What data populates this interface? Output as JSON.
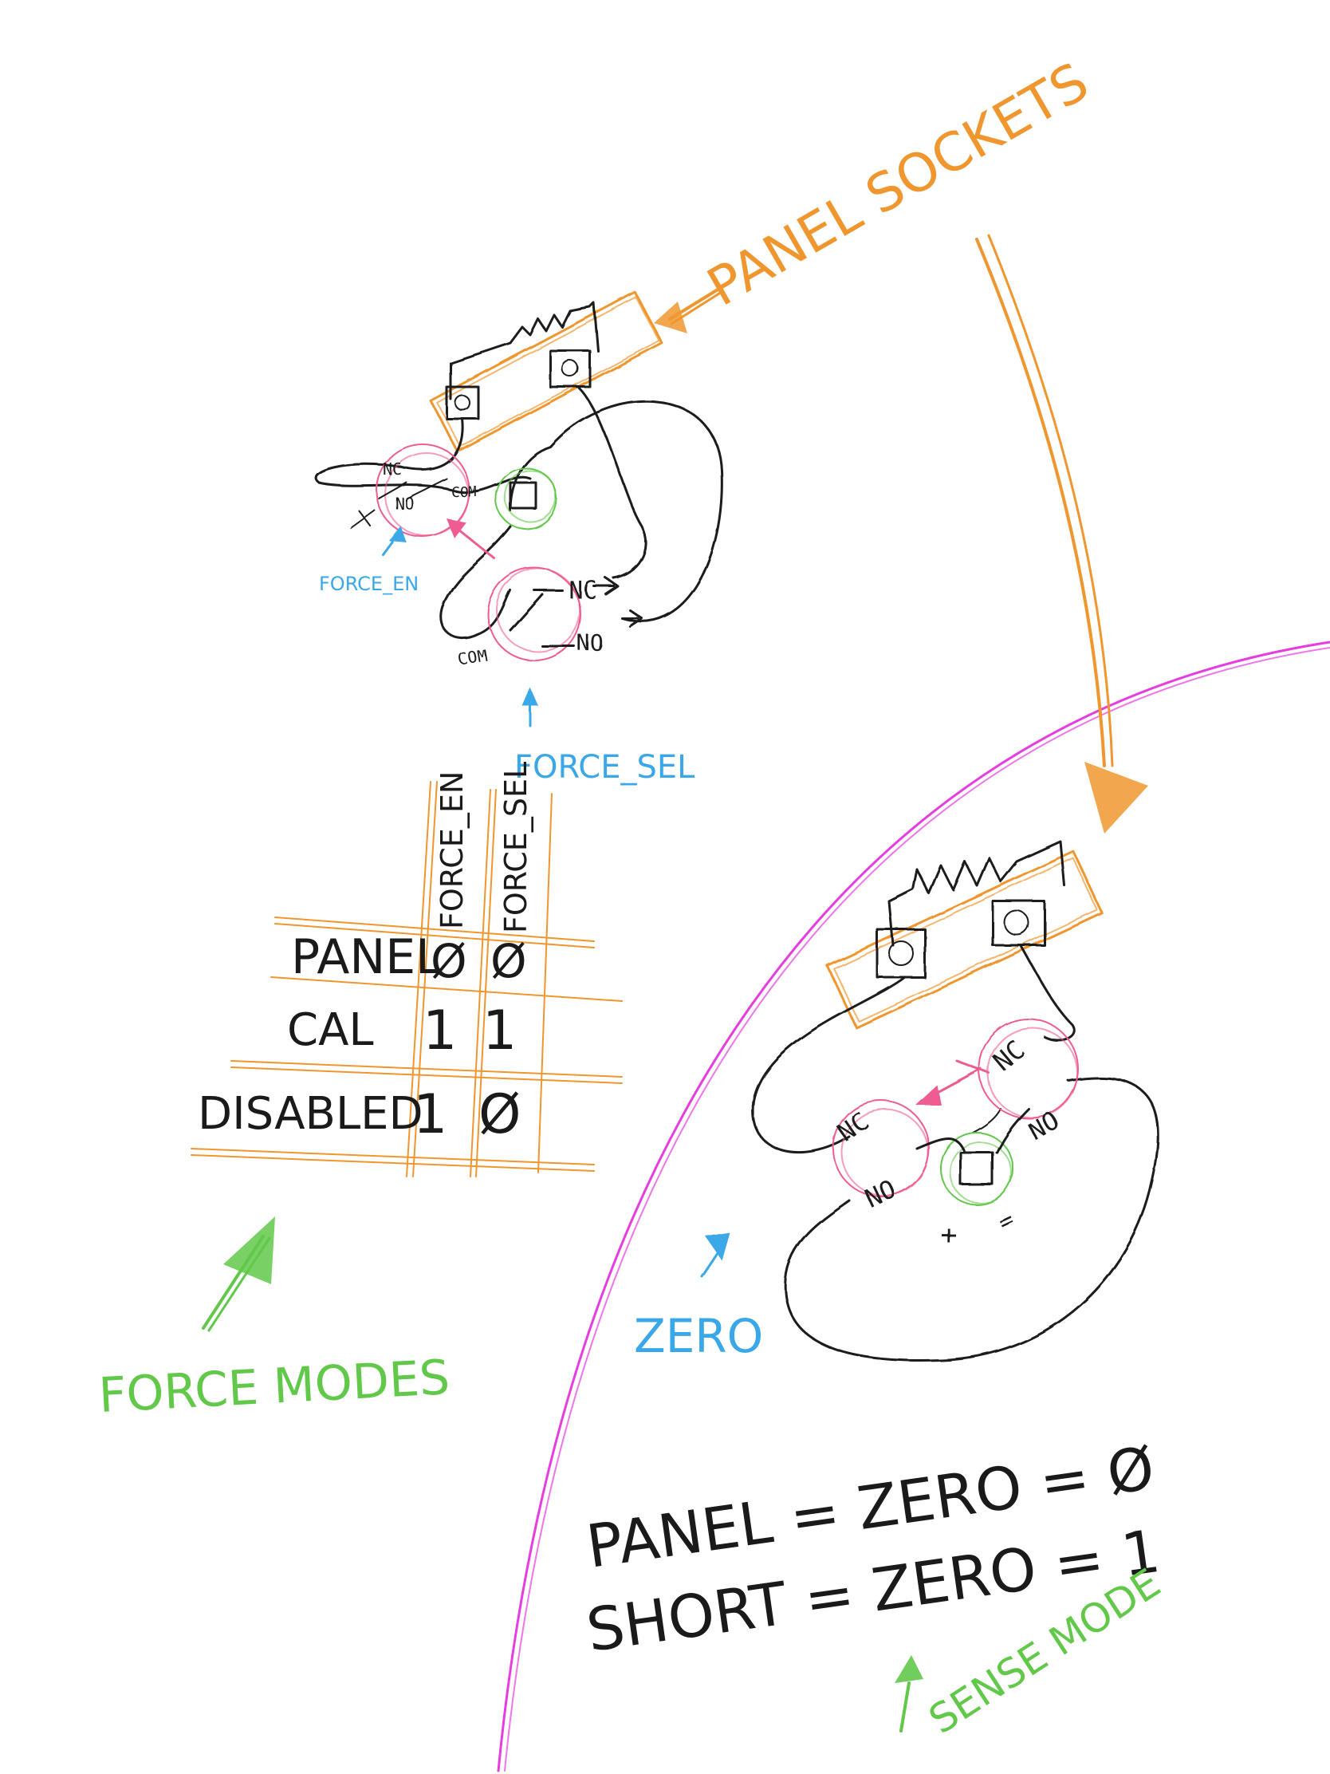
{
  "colors": {
    "ink": "#1a1a1a",
    "orange": "#f0962e",
    "blue": "#3aa8e8",
    "green": "#62c84a",
    "pink": "#ee5c92",
    "magenta": "#e63ce0"
  },
  "labels": {
    "panel_sockets": "PANEL SOCKETS",
    "force_en": "FORCE_EN",
    "force_sel": "FORCE_SEL",
    "zero": "ZERO",
    "force_modes": "FORCE MODES",
    "sense_mode": "SENSE MODE",
    "nc": "NC",
    "no": "NO",
    "com": "COM",
    "plus": "+",
    "minus": "="
  },
  "table": {
    "columns": [
      "FORCE_EN",
      "FORCE_SEL"
    ],
    "rows": [
      {
        "name": "PANEL",
        "values": [
          "Ø",
          "Ø"
        ]
      },
      {
        "name": "CAL",
        "values": [
          "1",
          "1"
        ]
      },
      {
        "name": "DISABLED",
        "values": [
          "1",
          "Ø"
        ]
      }
    ]
  },
  "sense": {
    "panel_line": "PANEL = ZERO = Ø",
    "short_line": "SHORT = ZERO = 1"
  }
}
